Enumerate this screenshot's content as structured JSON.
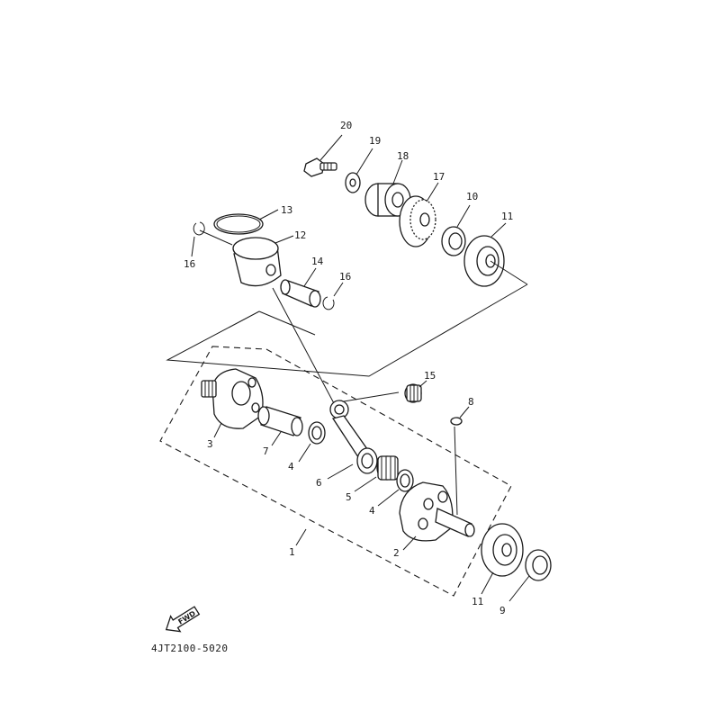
{
  "diagram_code": "4JT2100-5020",
  "fwd_label": "FWD",
  "labels": {
    "p20": "20",
    "p19": "19",
    "p18": "18",
    "p17": "17",
    "p10": "10",
    "p11a": "11",
    "p13": "13",
    "p12": "12",
    "p16a": "16",
    "p14": "14",
    "p16b": "16",
    "p15": "15",
    "p8": "8",
    "p3": "3",
    "p7": "7",
    "p4a": "4",
    "p6": "6",
    "p5": "5",
    "p4b": "4",
    "p1": "1",
    "p2": "2",
    "p11b": "11",
    "p9": "9"
  }
}
